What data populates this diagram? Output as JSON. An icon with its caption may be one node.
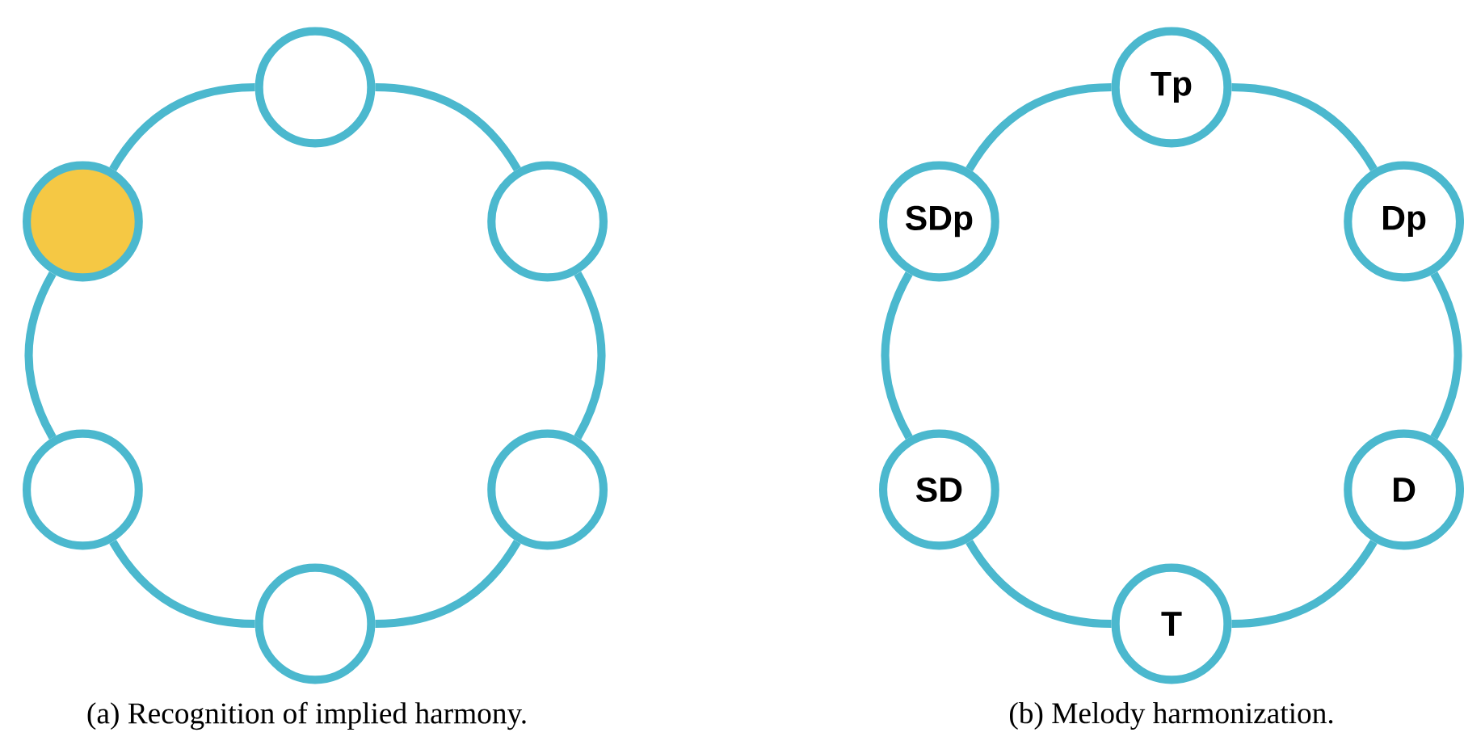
{
  "diagram": {
    "nodes": [
      {
        "text": [],
        "shape": "circle"
      },
      {
        "text": [],
        "shape": "disc"
      },
      {
        "text": [],
        "shape": "circle"
      },
      {
        "text": [],
        "shape": "circle"
      },
      {
        "text": [],
        "shape": "circle"
      },
      {
        "text": [],
        "shape": "circle"
      },
      {
        "text": [
          "Tp"
        ]
      },
      {
        "text": [
          "SDp"
        ]
      },
      {
        "text": [
          "Dp"
        ]
      },
      {
        "text": [
          "SD"
        ]
      },
      {
        "text": [
          "D"
        ]
      },
      {
        "text": [
          "T"
        ]
      }
    ],
    "edges": [
      {
        "from": 0,
        "to": 2,
        "arrow": "none"
      },
      {
        "from": 2,
        "to": 4,
        "arrow": "none"
      },
      {
        "from": 4,
        "to": 5,
        "arrow": "none"
      },
      {
        "from": 5,
        "to": 3,
        "arrow": "none"
      },
      {
        "from": 3,
        "to": 1,
        "arrow": "none"
      },
      {
        "from": 1,
        "to": 0,
        "arrow": "none"
      },
      {
        "from": 6,
        "to": 8,
        "arrow": "none"
      },
      {
        "from": 8,
        "to": 10,
        "arrow": "none"
      },
      {
        "from": 10,
        "to": 11,
        "arrow": "none"
      },
      {
        "from": 11,
        "to": 9,
        "arrow": "none"
      },
      {
        "from": 9,
        "to": 7,
        "arrow": "none"
      },
      {
        "from": 7,
        "to": 6,
        "arrow": "none"
      }
    ],
    "labels": [
      "(a) Recognition of implied harmony.",
      "(b) Melody harmonization."
    ]
  }
}
